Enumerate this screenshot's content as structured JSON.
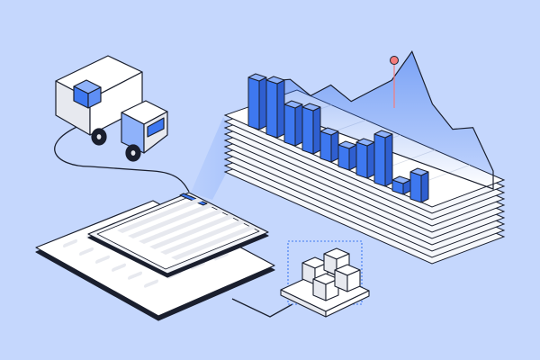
{
  "colors": {
    "background": "#C5D7FD",
    "accent_blue": "#3E78F0",
    "accent_blue_light": "#8FB2FA",
    "outline": "#1A1F2E",
    "white": "#FFFFFF",
    "panel_gray": "#E7E9EF",
    "peak_marker": "#F47C7C"
  },
  "icons": {
    "truck": "delivery-truck-icon",
    "package": "package-box-icon",
    "pallet": "pallet-boxes-icon",
    "tablet_front": "tablet-form-icon",
    "tablet_back": "tablet-list-icon",
    "chart": "isometric-bar-chart-icon",
    "peak": "peak-marker-icon"
  },
  "chart_data": {
    "type": "bar",
    "title": "",
    "xlabel": "",
    "ylabel": "",
    "categories": [],
    "values": [
      9,
      10,
      7,
      8,
      5,
      4,
      6,
      9,
      2,
      5
    ],
    "trend_line": [
      5,
      6,
      5,
      7,
      6,
      8,
      10,
      14,
      9,
      7,
      8,
      4
    ]
  }
}
